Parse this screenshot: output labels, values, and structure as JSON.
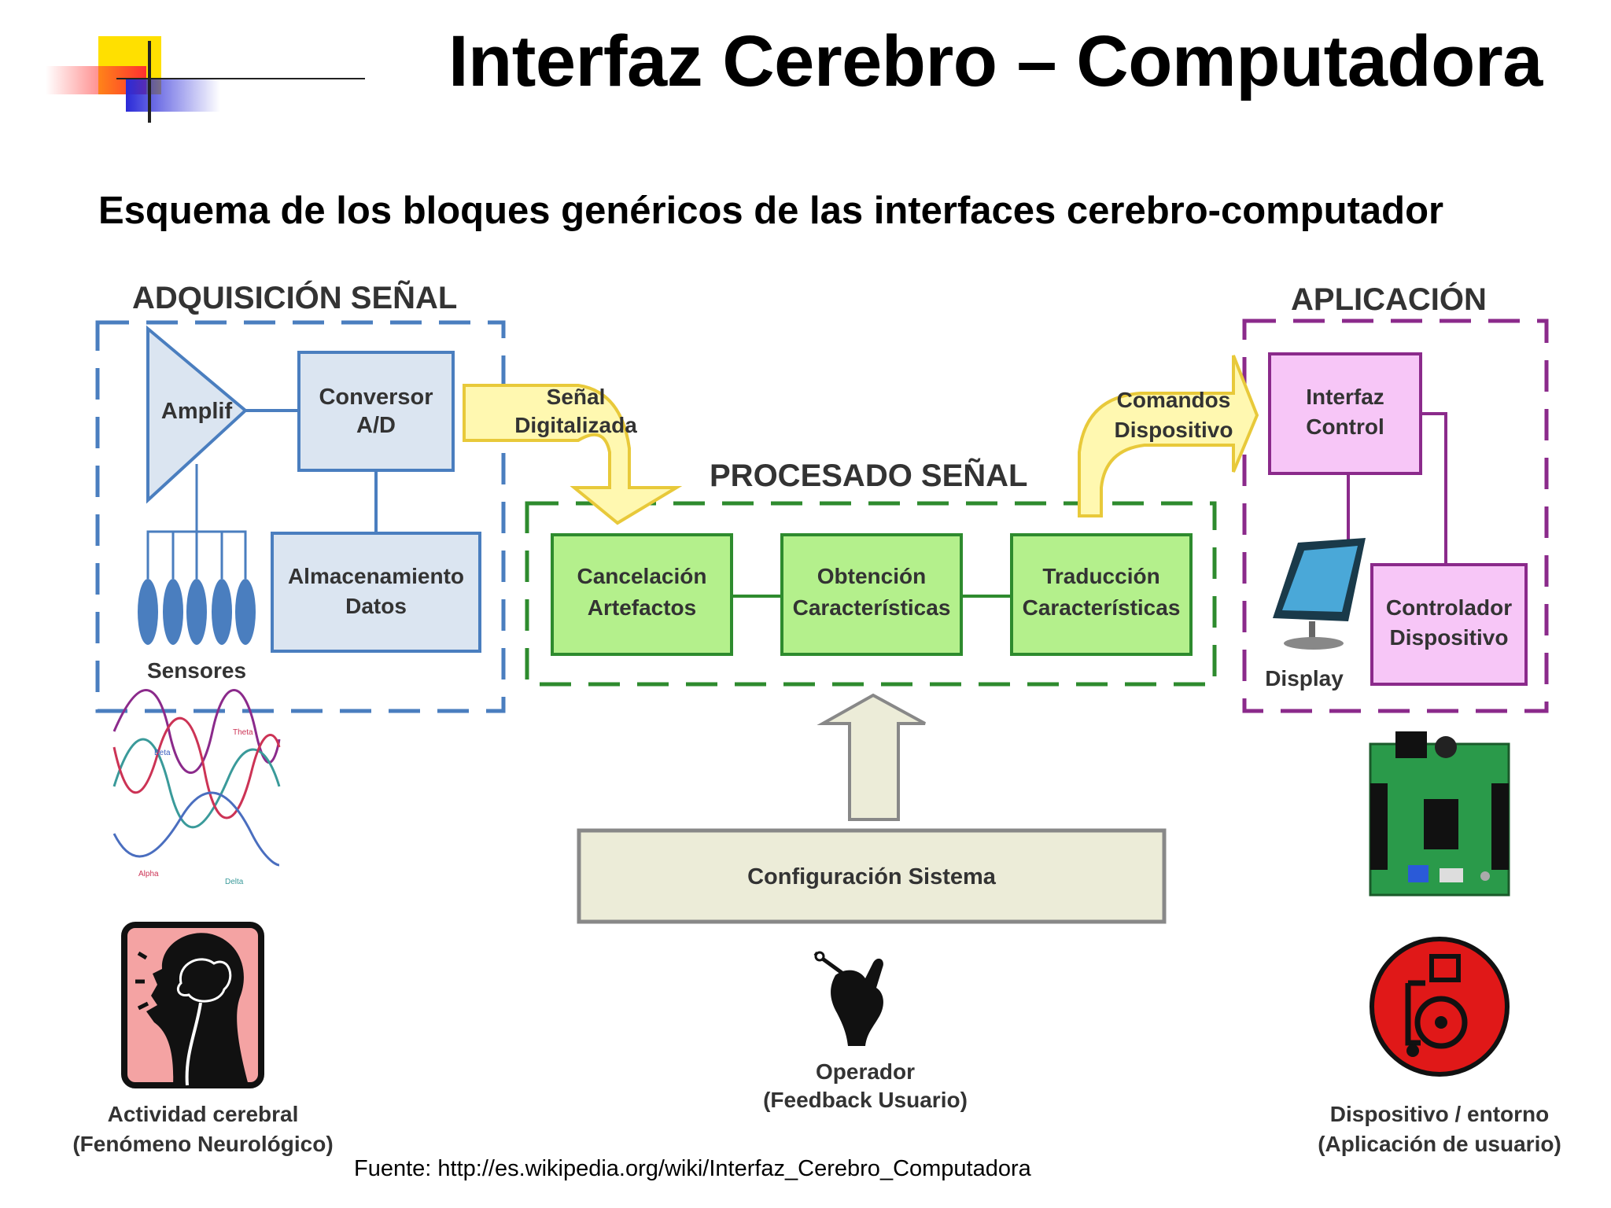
{
  "slide": {
    "title": "Interfaz Cerebro – Computadora",
    "subtitle": "Esquema de los bloques genéricos de las interfaces cerebro-computador",
    "source": "Fuente: http://es.wikipedia.org/wiki/Interfaz_Cerebro_Computadora"
  },
  "sections": {
    "acquisition": "ADQUISICIÓN SEÑAL",
    "processing": "PROCESADO SEÑAL",
    "application": "APLICACIÓN"
  },
  "blocks": {
    "amplif": "Amplif",
    "converter": [
      "Conversor",
      "A/D"
    ],
    "storage": [
      "Almacenamiento",
      "Datos"
    ],
    "sensors": "Sensores",
    "cancel": [
      "Cancelación",
      "Artefactos"
    ],
    "obtain": [
      "Obtención",
      "Características"
    ],
    "translate": [
      "Traducción",
      "Características"
    ],
    "interface": [
      "Interfaz",
      "Control"
    ],
    "controller": [
      "Controlador",
      "Dispositivo"
    ],
    "display": "Display",
    "config": "Configuración Sistema"
  },
  "arrows": {
    "digitized": [
      "Señal",
      "Digitalizada"
    ],
    "commands": [
      "Comandos",
      "Dispositivo"
    ]
  },
  "captions": {
    "brain": [
      "Actividad cerebral",
      "(Fenómeno Neurológico)"
    ],
    "operator": [
      "Operador",
      "(Feedback Usuario)"
    ],
    "device": [
      "Dispositivo / entorno",
      "(Aplicación de usuario)"
    ]
  },
  "waves": [
    "Theta",
    "Beta",
    "Alpha",
    "Delta"
  ],
  "colors": {
    "acquisition": "#4a7ebf",
    "processing": "#2e8b2e",
    "application": "#8b2a8b",
    "converterFill": "#dbe5f1",
    "greenFill": "#b4f08c",
    "pinkFill": "#f7c6f7",
    "arrowFill": "#fff8b0",
    "arrowStroke": "#e8c93a",
    "configFill": "#ececd8"
  }
}
